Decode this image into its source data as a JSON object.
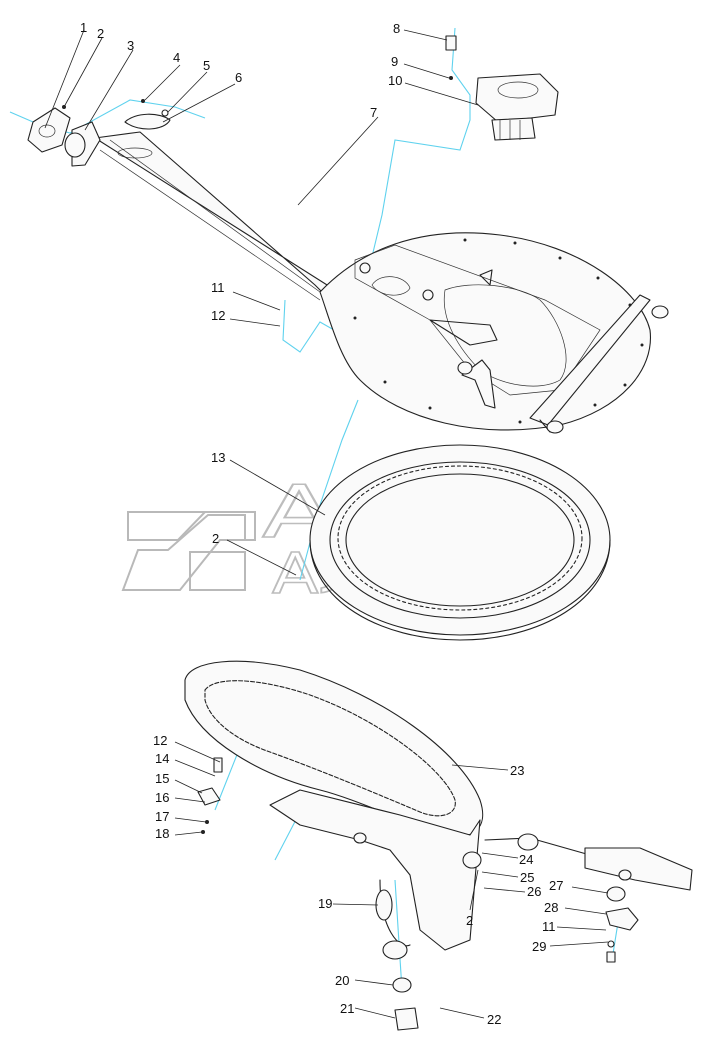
{
  "callouts": [
    {
      "id": "c1",
      "label": "1"
    },
    {
      "id": "c2a",
      "label": "2"
    },
    {
      "id": "c3",
      "label": "3"
    },
    {
      "id": "c4",
      "label": "4"
    },
    {
      "id": "c5",
      "label": "5"
    },
    {
      "id": "c6",
      "label": "6"
    },
    {
      "id": "c7",
      "label": "7"
    },
    {
      "id": "c8",
      "label": "8"
    },
    {
      "id": "c9",
      "label": "9"
    },
    {
      "id": "c10",
      "label": "10"
    },
    {
      "id": "c11a",
      "label": "11"
    },
    {
      "id": "c12a",
      "label": "12"
    },
    {
      "id": "c13",
      "label": "13"
    },
    {
      "id": "c2b",
      "label": "2"
    },
    {
      "id": "c12b",
      "label": "12"
    },
    {
      "id": "c14",
      "label": "14"
    },
    {
      "id": "c15",
      "label": "15"
    },
    {
      "id": "c16",
      "label": "16"
    },
    {
      "id": "c17",
      "label": "17"
    },
    {
      "id": "c18",
      "label": "18"
    },
    {
      "id": "c23",
      "label": "23"
    },
    {
      "id": "c24",
      "label": "24"
    },
    {
      "id": "c25",
      "label": "25"
    },
    {
      "id": "c26",
      "label": "26"
    },
    {
      "id": "c2c",
      "label": "2"
    },
    {
      "id": "c27",
      "label": "27"
    },
    {
      "id": "c28",
      "label": "28"
    },
    {
      "id": "c11b",
      "label": "11"
    },
    {
      "id": "c29",
      "label": "29"
    },
    {
      "id": "c19",
      "label": "19"
    },
    {
      "id": "c20",
      "label": "20"
    },
    {
      "id": "c21",
      "label": "21"
    },
    {
      "id": "c22",
      "label": "22"
    }
  ],
  "watermark": {
    "line1": "АВТО",
    "line2": "АЛЬЯНС"
  },
  "colors": {
    "ink": "#222222",
    "axis": "#5fd2ee",
    "watermark": "#bdbdbd"
  }
}
